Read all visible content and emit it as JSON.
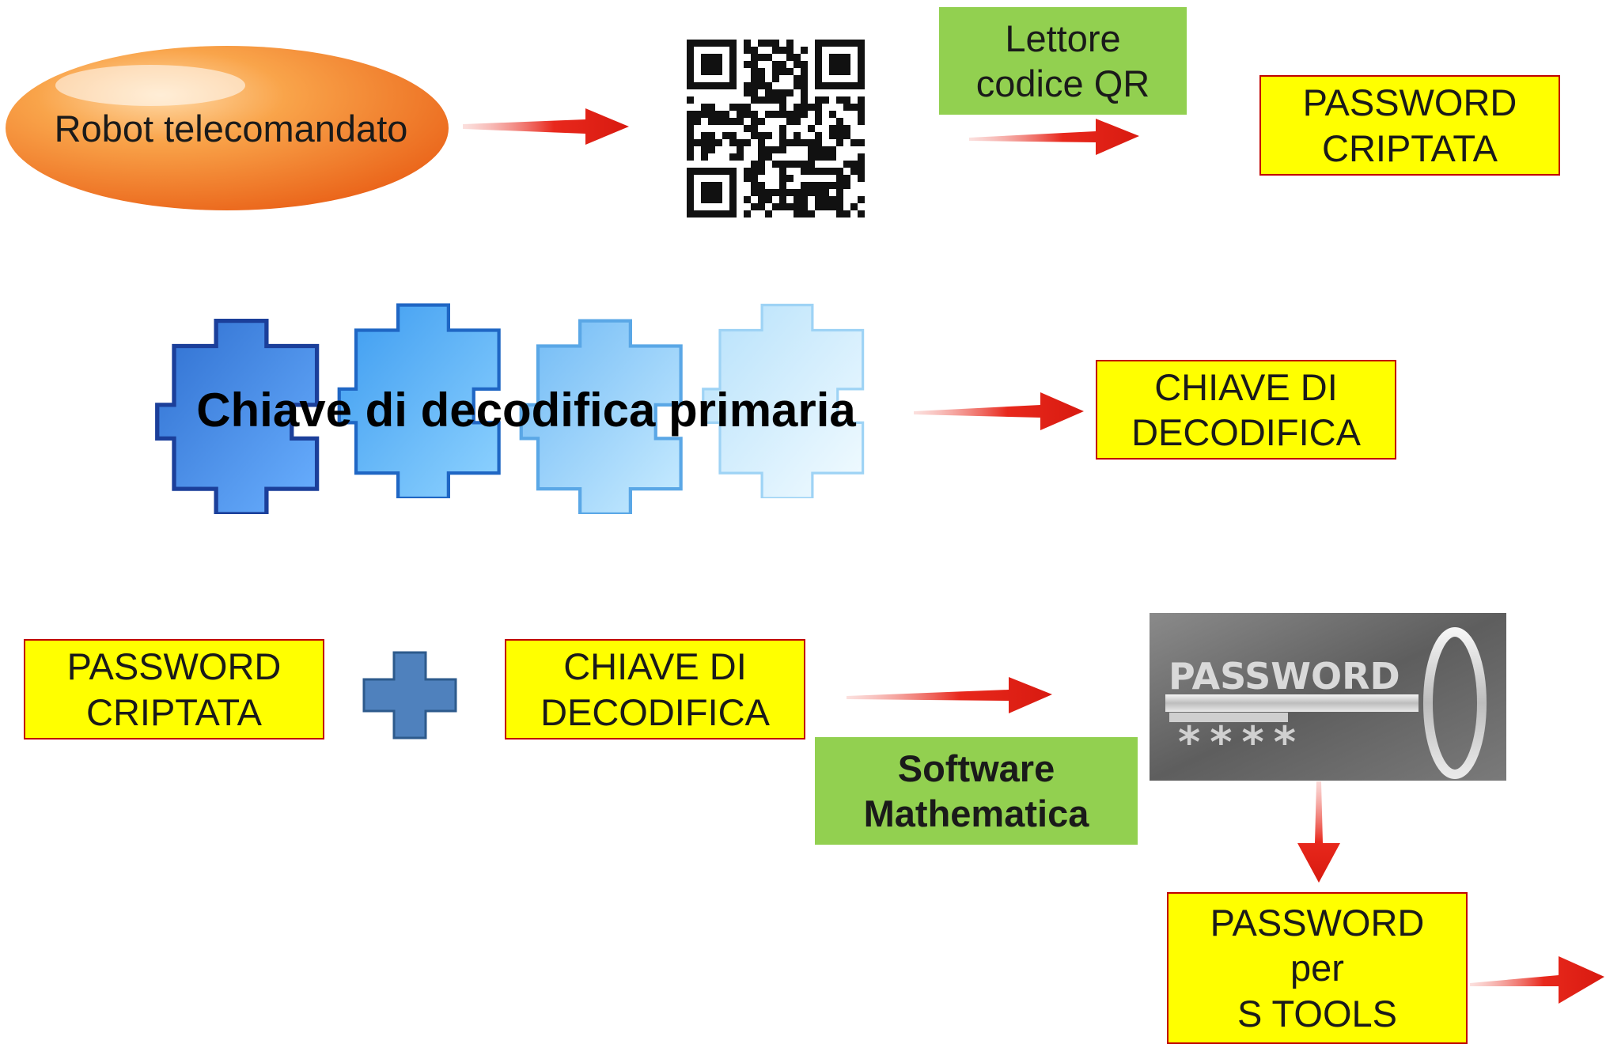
{
  "robot": {
    "label": "Robot telecomandato"
  },
  "qr_reader": {
    "lines": [
      "Lettore",
      "codice QR"
    ]
  },
  "encrypted_password_top": {
    "lines": [
      "PASSWORD",
      "CRIPTATA"
    ]
  },
  "puzzle": {
    "label": "Chiave di decodifica primaria"
  },
  "decoding_key_mid": {
    "lines": [
      "CHIAVE DI",
      "DECODIFICA"
    ]
  },
  "encrypted_password_bottom": {
    "lines": [
      "PASSWORD",
      "CRIPTATA"
    ]
  },
  "decoding_key_bottom": {
    "lines": [
      "CHIAVE DI",
      "DECODIFICA"
    ]
  },
  "software": {
    "lines": [
      "Software",
      "Mathematica"
    ]
  },
  "key_image": {
    "word": "PASSWORD",
    "stars": "****"
  },
  "final_password": {
    "lines": [
      "PASSWORD",
      "per",
      "S TOOLS"
    ]
  },
  "colors": {
    "yellow_box": "#ffff00",
    "yellow_border": "#c00000",
    "green_box": "#92d050",
    "arrow": "#e8281c",
    "robot_orange": "#f07a20",
    "plus_blue": "#4f81bd"
  }
}
